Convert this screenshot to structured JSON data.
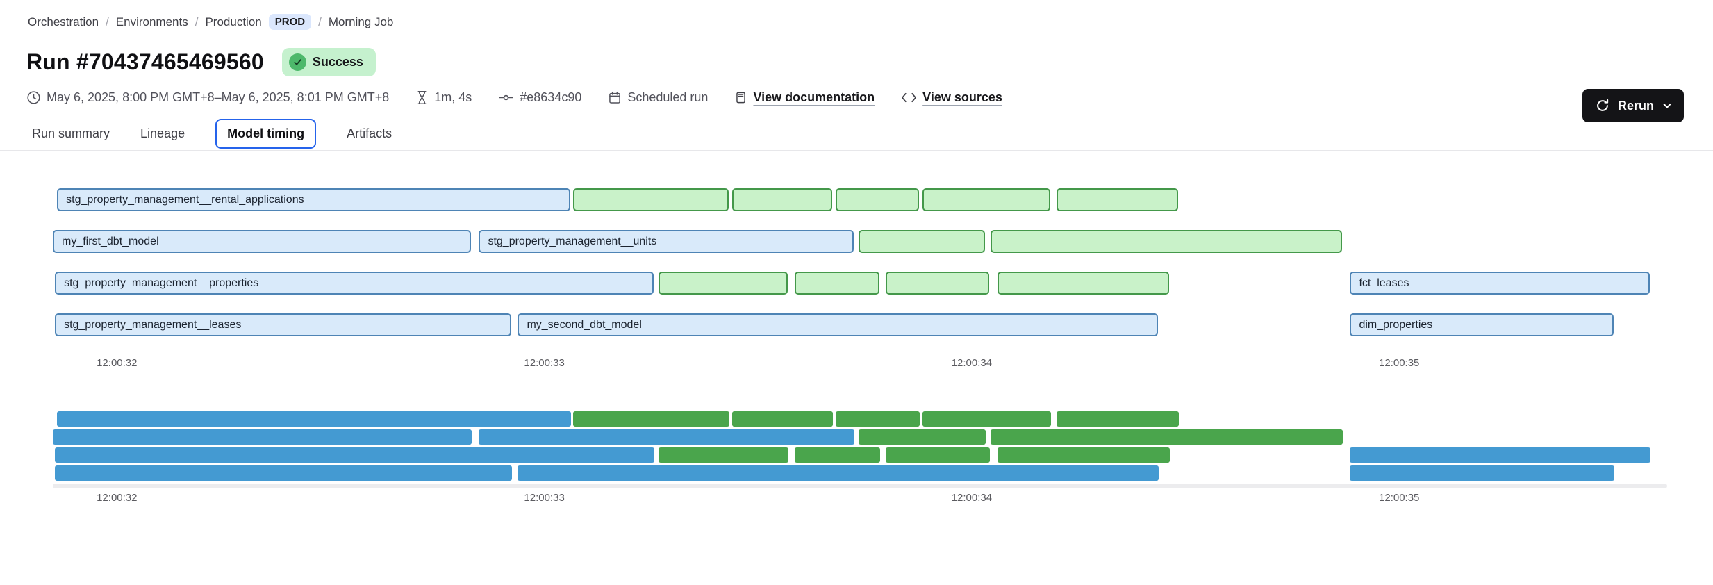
{
  "breadcrumb": {
    "item1": "Orchestration",
    "item2": "Environments",
    "item3": "Production",
    "env_badge": "PROD",
    "item4": "Morning Job",
    "separator": "/"
  },
  "header": {
    "title": "Run #70437465469560",
    "status": "Success",
    "rerun_label": "Rerun"
  },
  "meta": {
    "time_range": "May 6, 2025, 8:00 PM GMT+8–May 6, 2025, 8:01 PM GMT+8",
    "duration": "1m, 4s",
    "commit": "#e8634c90",
    "trigger": "Scheduled run",
    "doc_link": "View documentation",
    "sources_link": "View sources"
  },
  "tabs": {
    "t0": "Run summary",
    "t1": "Lineage",
    "t2": "Model timing",
    "t3": "Artifacts"
  },
  "chart_data": {
    "type": "gantt",
    "x_domain": [
      31.85,
      35.627
    ],
    "ticks": [
      {
        "label": "12:00:32",
        "t": 32
      },
      {
        "label": "12:00:33",
        "t": 33
      },
      {
        "label": "12:00:34",
        "t": 34
      },
      {
        "label": "12:00:35",
        "t": 35
      }
    ],
    "colors": {
      "model_fill": "#d9eafa",
      "model_border": "#4e84b5",
      "model_solid": "#449ad2",
      "test_fill": "#c9f2c9",
      "test_border": "#44984a",
      "test_solid": "#4aa54c"
    },
    "rows": [
      [
        {
          "label": "stg_property_management__rental_applications",
          "kind": "model",
          "start": 31.86,
          "end": 33.066
        },
        {
          "label": "",
          "kind": "test",
          "start": 33.068,
          "end": 33.437
        },
        {
          "label": "",
          "kind": "test",
          "start": 33.44,
          "end": 33.679
        },
        {
          "label": "",
          "kind": "test",
          "start": 33.682,
          "end": 33.882
        },
        {
          "label": "",
          "kind": "test",
          "start": 33.885,
          "end": 34.189
        },
        {
          "label": "",
          "kind": "test",
          "start": 34.199,
          "end": 34.488
        }
      ],
      [
        {
          "label": "my_first_dbt_model",
          "kind": "model",
          "start": 31.85,
          "end": 32.834
        },
        {
          "label": "stg_property_management__units",
          "kind": "model",
          "start": 32.847,
          "end": 33.728
        },
        {
          "label": "",
          "kind": "test",
          "start": 33.736,
          "end": 34.036
        },
        {
          "label": "",
          "kind": "test",
          "start": 34.044,
          "end": 34.872
        }
      ],
      [
        {
          "label": "stg_property_management__properties",
          "kind": "model",
          "start": 31.855,
          "end": 33.26
        },
        {
          "label": "",
          "kind": "test",
          "start": 33.268,
          "end": 33.575
        },
        {
          "label": "",
          "kind": "test",
          "start": 33.585,
          "end": 33.789
        },
        {
          "label": "",
          "kind": "test",
          "start": 33.799,
          "end": 34.046
        },
        {
          "label": "",
          "kind": "test",
          "start": 34.061,
          "end": 34.466
        },
        {
          "label": "fct_leases",
          "kind": "model",
          "start": 34.885,
          "end": 35.592
        }
      ],
      [
        {
          "label": "stg_property_management__leases",
          "kind": "model",
          "start": 31.855,
          "end": 32.928
        },
        {
          "label": "my_second_dbt_model",
          "kind": "model",
          "start": 32.938,
          "end": 34.44
        },
        {
          "label": "dim_properties",
          "kind": "model",
          "start": 34.885,
          "end": 35.506
        }
      ]
    ]
  }
}
